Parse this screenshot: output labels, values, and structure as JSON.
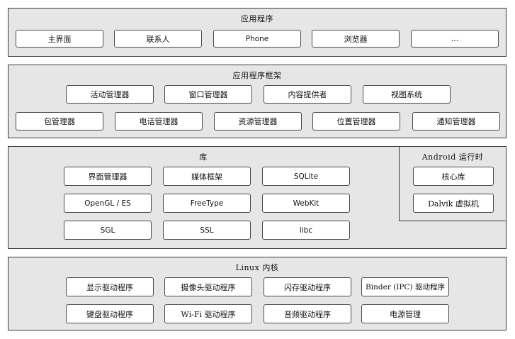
{
  "applications": {
    "title": "应用程序",
    "items": [
      "主界面",
      "联系人",
      "Phone",
      "浏览器",
      "..."
    ]
  },
  "framework": {
    "title": "应用程序框架",
    "row1": [
      "活动管理器",
      "窗口管理器",
      "内容提供者",
      "视图系统"
    ],
    "row2": [
      "包管理器",
      "电话管理器",
      "资源管理器",
      "位置管理器",
      "通知管理器"
    ]
  },
  "libraries": {
    "title": "库",
    "items": [
      "界面管理器",
      "媒体框架",
      "SQLite",
      "OpenGL / ES",
      "FreeType",
      "WebKit",
      "SGL",
      "SSL",
      "libc"
    ]
  },
  "runtime": {
    "title": "Android 运行时",
    "items": [
      "核心库",
      "Dalvik 虚拟机"
    ]
  },
  "kernel": {
    "title": "Linux 内核",
    "items": [
      "显示驱动程序",
      "摄像头驱动程序",
      "闪存驱动程序",
      "Binder (IPC) 驱动程序",
      "键盘驱动程序",
      "Wi-Fi 驱动程序",
      "音频驱动程序",
      "电源管理"
    ]
  }
}
